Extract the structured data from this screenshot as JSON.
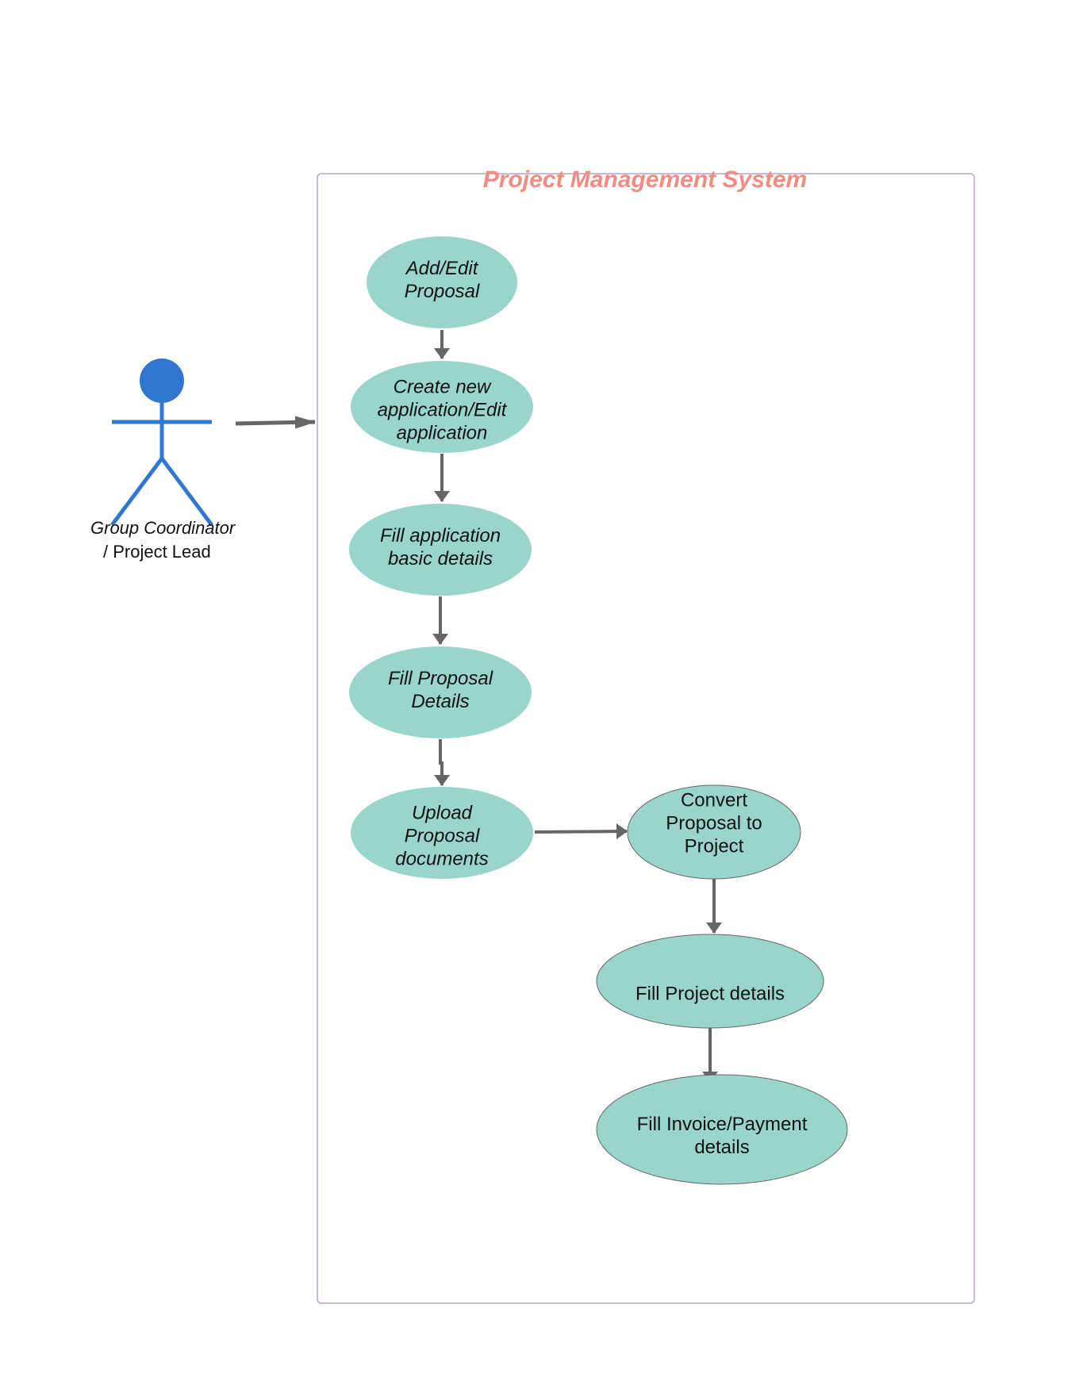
{
  "diagram": {
    "title": "Project Management System",
    "colors": {
      "title": "#f28b82",
      "boundary": "#b9a4c8",
      "usecase_fill": "#9ad5cb",
      "usecase_stroke": "#666666",
      "arrow": "#666666",
      "actor": "#3277cf"
    },
    "actor": {
      "name_line1": "Group Coordinator",
      "name_line2": "/ Project Lead"
    },
    "use_cases": [
      {
        "id": "add-edit-proposal",
        "label": "Add/Edit\nProposal",
        "italic": true
      },
      {
        "id": "create-application",
        "label": "Create new\napplication/Edit\napplication",
        "italic": true
      },
      {
        "id": "fill-basic-details",
        "label": "Fill application\nbasic details",
        "italic": true
      },
      {
        "id": "fill-proposal-details",
        "label": "Fill Proposal\nDetails",
        "italic": true
      },
      {
        "id": "upload-documents",
        "label": "Upload\nProposal\ndocuments",
        "italic": true
      },
      {
        "id": "convert-to-project",
        "label": "Convert\nProposal to\nProject",
        "italic": false
      },
      {
        "id": "fill-project-details",
        "label": "Fill Project details",
        "italic": false
      },
      {
        "id": "fill-invoice-details",
        "label": "Fill Invoice/Payment\ndetails",
        "italic": false
      }
    ]
  }
}
